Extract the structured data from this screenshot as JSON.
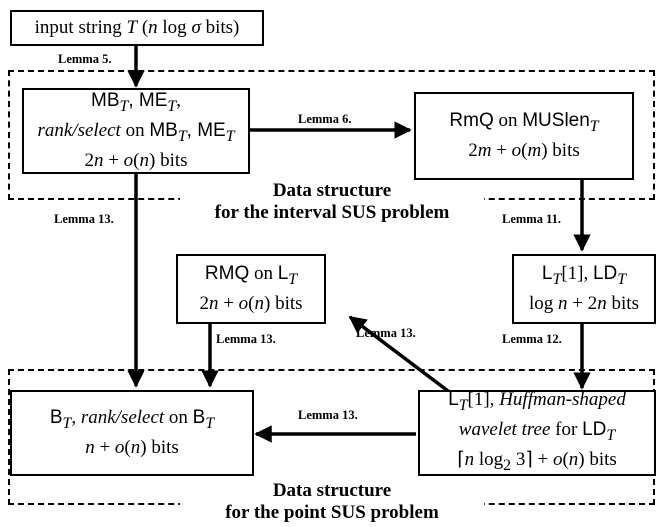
{
  "nodes": {
    "input": {
      "prefix": "input string ",
      "var": "T",
      "open": " (",
      "n": "n",
      "log": " log ",
      "sigma": "σ",
      "suffix": " bits)"
    },
    "mb_me": {
      "line1_a": "MB",
      "sub": "T",
      "line1_b": ", ME",
      "line1_c": ",",
      "line2_ital": "rank/select",
      "line2_on": " on ",
      "line2_mb": "MB",
      "line2_c": ", ME",
      "line3_a": "2",
      "line3_n": "n",
      "line3_b": " + ",
      "line3_o": "o",
      "line3_c": "(",
      "line3_n2": "n",
      "line3_d": ") bits"
    },
    "rmq_muslen": {
      "line1_a": "RmQ",
      "line1_on": " on ",
      "line1_b": "MUSlen",
      "sub": "T",
      "line2_a": "2",
      "line2_m": "m",
      "line2_b": " + ",
      "line2_o": "o",
      "line2_c": "(",
      "line2_m2": "m",
      "line2_d": ") bits"
    },
    "rmq_l": {
      "line1_a": "RMQ",
      "line1_on": " on ",
      "line1_b": "L",
      "sub": "T",
      "line2_a": "2",
      "line2_n": "n",
      "line2_b": " + ",
      "line2_o": "o",
      "line2_c": "(",
      "line2_n2": "n",
      "line2_d": ") bits"
    },
    "l_ld": {
      "line1_a": "L",
      "sub": "T",
      "line1_b": "[1], ",
      "line1_c": "LD",
      "line2_a": "log ",
      "line2_n": "n",
      "line2_b": " + 2",
      "line2_n2": "n",
      "line2_c": " bits"
    },
    "b": {
      "line1_a": "B",
      "sub": "T",
      "line1_b": ", ",
      "line1_ital": "rank/select",
      "line1_on": " on ",
      "line1_c": "B",
      "line2_n": "n",
      "line2_b": " + ",
      "line2_o": "o",
      "line2_c": "(",
      "line2_n2": "n",
      "line2_d": ") bits"
    },
    "huffman": {
      "line1_a": "L",
      "sub": "T",
      "line1_b": "[1], ",
      "line1_ital": "Huffman-shaped",
      "line2_ital": "wavelet tree",
      "line2_for": " for ",
      "line2_ld": "LD",
      "line3_open": "⌈",
      "line3_n": "n",
      "line3_log": " log",
      "line3_two": "2",
      "line3_three": " 3",
      "line3_close": "⌉",
      "line3_b": " + ",
      "line3_o": "o",
      "line3_c": "(",
      "line3_n2": "n",
      "line3_d": ") bits"
    }
  },
  "lemmas": {
    "l5": "Lemma 5.",
    "l6": "Lemma 6.",
    "l11": "Lemma 11.",
    "l12": "Lemma 12.",
    "l13_left": "Lemma 13.",
    "l13_mid": "Lemma 13.",
    "l13_diag": "Lemma 13.",
    "l13_bottom": "Lemma 13."
  },
  "groups": {
    "interval": {
      "line1": "Data structure",
      "line2": "for  the interval SUS problem"
    },
    "point": {
      "line1": "Data structure",
      "line2": "for  the point SUS problem"
    }
  }
}
